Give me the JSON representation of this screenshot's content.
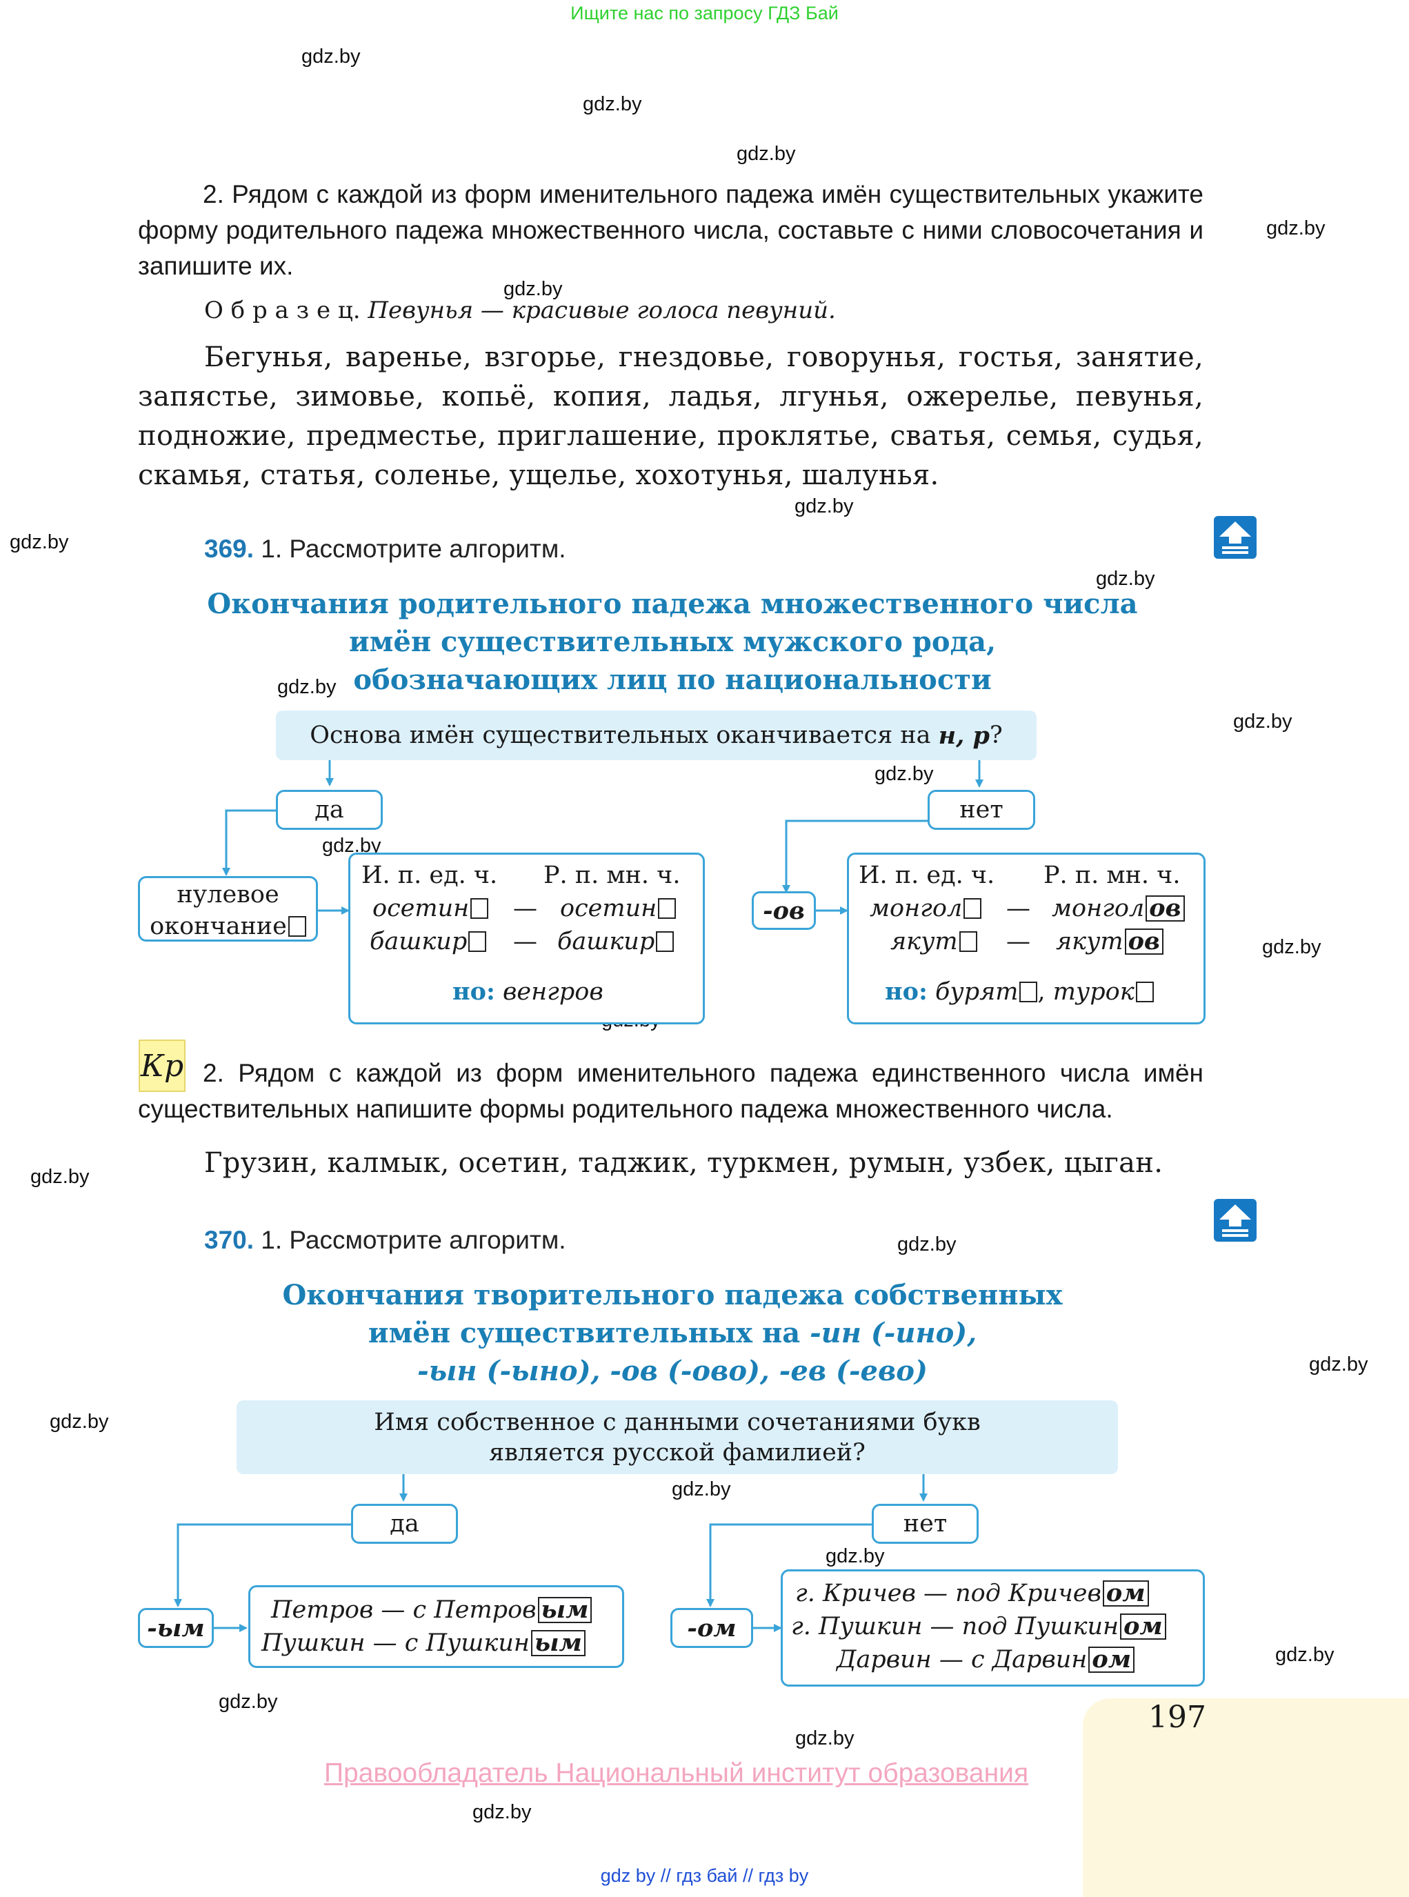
{
  "banner": "Ищите нас по запросу ГДЗ Бай",
  "watermark": "gdz.by",
  "task368_2": {
    "text": "2. Рядом с каждой из форм именительного падежа имён существительных укажите форму родительного падежа множественного числа, составьте с ними словосочетания и запишите их.",
    "sample_label": "О б р а з е ц.",
    "sample_text": "Певунья — красивые голоса певуний.",
    "words": "Бегунья, варенье, взгорье, гнездовье, говорунья, гостья, занятие, запястье, зимовье, копьё, копия, ладья, лгунья, ожерелье, певунья, подножие, предместье, приглашение, проклятье, сватья, семья, судья, скамья, статья, соленье, ущелье, хохотунья, шалунья."
  },
  "ex369": {
    "number": "369.",
    "task1": "1. Рассмотрите алгоритм.",
    "heading": [
      "Окончания родительного падежа множественного числа",
      "имён существительных мужского рода,",
      "обозначающих лиц по национальности"
    ],
    "question": "Основа имён существительных оканчивается на",
    "question_letters": "н, р",
    "question_mark": "?",
    "yes": "да",
    "no": "нет",
    "null_ending": [
      "нулевое",
      "окончание"
    ],
    "ov_ending": "-ов",
    "col_nom": "И. п. ед. ч.",
    "col_gen": "Р. п. мн. ч.",
    "dash": "—",
    "left_rows": [
      [
        "осетин",
        "осетин"
      ],
      [
        "башкир",
        "башкир"
      ]
    ],
    "left_but_label": "но:",
    "left_but_text": "венгров",
    "right_rows": [
      [
        "монгол",
        "монгол",
        "ов"
      ],
      [
        "якут",
        "якут",
        "ов"
      ]
    ],
    "right_but_label": "но:",
    "right_but_1": "бурят",
    "right_but_2": "турок",
    "kr_label": "Кр",
    "task2": "2. Рядом с каждой из форм именительного падежа единственного числа имён существительных напишите формы родительного падежа множественного числа.",
    "words": "Грузин, калмык, осетин, таджик, туркмен, румын, узбек, цыган."
  },
  "ex370": {
    "number": "370.",
    "task1": "1. Рассмотрите алгоритм.",
    "heading_1": "Окончания творительного падежа собственных",
    "heading_2a": "имён существительных на ",
    "heading_2b": "-ин (-ино),",
    "heading_3": "-ын (-ыно), -ов (-ово), -ев (-ево)",
    "question_1": "Имя собственное с данными сочетаниями букв",
    "question_2": "является русской фамилией?",
    "yes": "да",
    "no": "нет",
    "ym_ending": "-ым",
    "om_ending": "-ом",
    "left_rows": [
      [
        "Петров — с Петров",
        "ым"
      ],
      [
        "Пушкин — с Пушкин",
        "ым"
      ]
    ],
    "right_rows": [
      [
        "г. Кричев — под Кричев",
        "ом"
      ],
      [
        "г. Пушкин — под Пушкин",
        "ом"
      ],
      [
        "Дарвин — с Дарвин",
        "ом"
      ]
    ]
  },
  "page_number": "197",
  "rights": "Правообладатель Национальный институт образования",
  "footer": "gdz by  //  гдз бай  //  гдз by",
  "colors": {
    "accent": "#1a7fb5",
    "box_border": "#3aa4d8",
    "question_bg": "#dcf0fa",
    "banner": "#2fd12f",
    "footer": "#1f4fd6",
    "rights": "#f4a6bf"
  }
}
